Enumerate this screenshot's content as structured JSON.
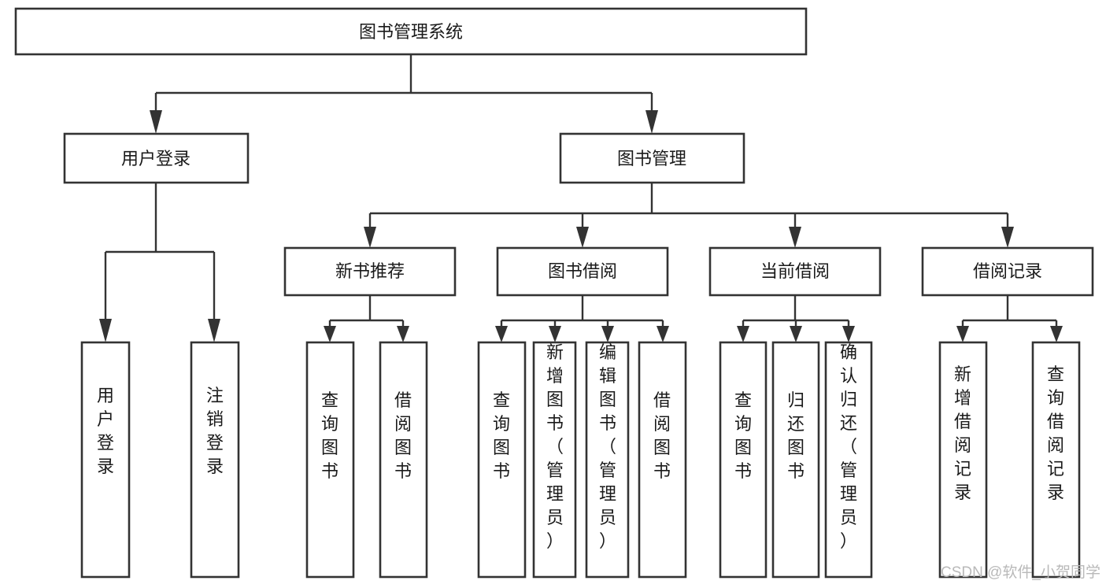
{
  "diagram": {
    "title": "图书管理系统",
    "type": "tree-hierarchy-chart",
    "orientation": "top-down",
    "colors": {
      "box_stroke": "#333333",
      "box_fill": "#ffffff",
      "connector": "#333333",
      "label_text": "#1a1a1a",
      "watermark": "#b9b9b9",
      "background": "#ffffff"
    },
    "root": {
      "label": "图书管理系统"
    },
    "level2": [
      {
        "label": "用户登录"
      },
      {
        "label": "图书管理"
      }
    ],
    "level3": [
      {
        "label": "新书推荐"
      },
      {
        "label": "图书借阅"
      },
      {
        "label": "当前借阅"
      },
      {
        "label": "借阅记录"
      }
    ],
    "leaves": {
      "user_login": [
        {
          "label": "用户登录"
        },
        {
          "label": "注销登录"
        }
      ],
      "new_book_recommend": [
        {
          "label": "查询图书"
        },
        {
          "label": "借阅图书"
        }
      ],
      "book_borrow": [
        {
          "label": "查询图书"
        },
        {
          "label": "新增图书（管理员）"
        },
        {
          "label": "编辑图书（管理员）"
        },
        {
          "label": "借阅图书"
        }
      ],
      "current_borrow": [
        {
          "label": "查询图书"
        },
        {
          "label": "归还图书"
        },
        {
          "label": "确认归还（管理员）"
        }
      ],
      "borrow_record": [
        {
          "label": "新增借阅记录"
        },
        {
          "label": "查询借阅记录"
        }
      ]
    }
  },
  "watermark": {
    "text": "CSDN @软件_小贺同学"
  }
}
